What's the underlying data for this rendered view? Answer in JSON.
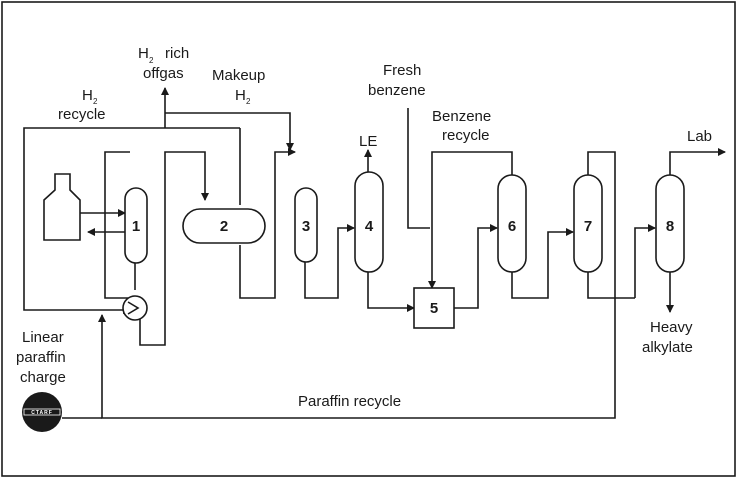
{
  "labels": {
    "h2_rich_offgas_1": "H",
    "h2_rich_offgas_sub": "2",
    "h2_rich_offgas_2": "rich",
    "h2_rich_offgas_3": "offgas",
    "makeup_1": "Makeup",
    "makeup_2": "H",
    "makeup_sub": "2",
    "h2_recycle_1": "H",
    "h2_recycle_sub": "2",
    "h2_recycle_2": "recycle",
    "fresh_benzene_1": "Fresh",
    "fresh_benzene_2": "benzene",
    "le": "LE",
    "benzene_recycle_1": "Benzene",
    "benzene_recycle_2": "recycle",
    "lab": "Lab",
    "heavy_alkylate_1": "Heavy",
    "heavy_alkylate_2": "alkylate",
    "linear_paraffin_1": "Linear",
    "linear_paraffin_2": "paraffin",
    "linear_paraffin_3": "charge",
    "paraffin_recycle": "Paraffin recycle",
    "logo_text": "CTARF"
  },
  "units": [
    "1",
    "2",
    "3",
    "4",
    "5",
    "6",
    "7",
    "8"
  ]
}
